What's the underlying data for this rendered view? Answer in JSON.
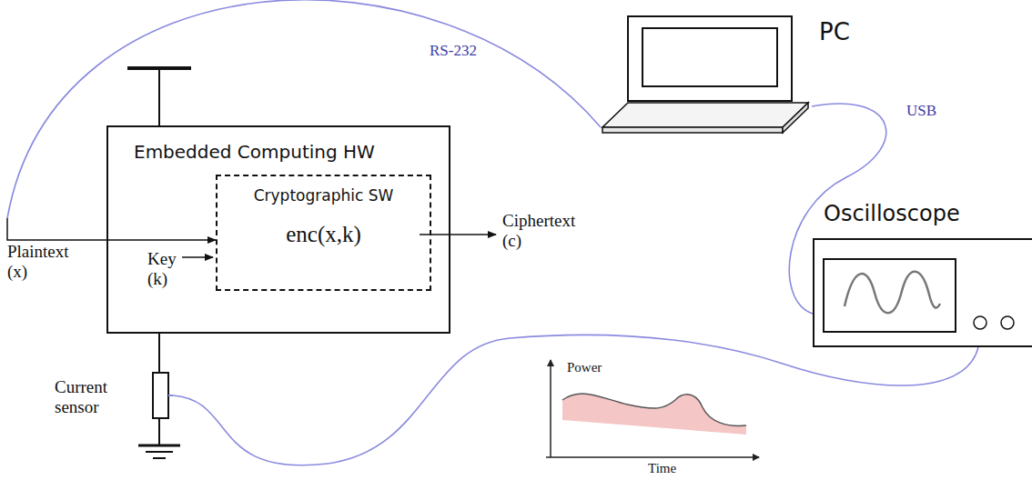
{
  "diagram": {
    "nodes": [
      {
        "text": [
          "Embedded Computing HW"
        ]
      },
      {
        "text": [
          "Cryptographic SW",
          "enc(x,k)"
        ],
        "in": 0
      },
      {
        "text": [
          "PC"
        ]
      },
      {
        "text": [
          "Oscilloscope"
        ]
      },
      {
        "text": [
          "Current sensor"
        ]
      }
    ],
    "edges": [
      {
        "from": 2,
        "to": 1,
        "arrow": "to",
        "label": "RS-232"
      },
      {
        "from": 2,
        "to": 3,
        "arrow": "none",
        "label": "USB"
      },
      {
        "from": 4,
        "to": 3,
        "arrow": "none"
      }
    ],
    "labels": [
      "Plaintext (x)",
      "Key (k)",
      "Ciphertext (c)",
      "Power",
      "Time"
    ]
  }
}
